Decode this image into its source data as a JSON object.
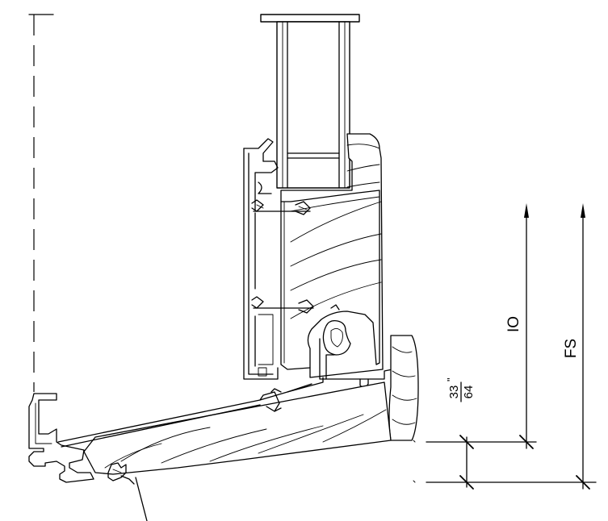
{
  "dimensions": {
    "io_label": "IO",
    "fs_label": "FS",
    "fraction_numerator": "33",
    "fraction_inch_mark": "\"",
    "fraction_denominator": "64"
  },
  "colors": {
    "line": "#000000",
    "background": "#ffffff"
  }
}
